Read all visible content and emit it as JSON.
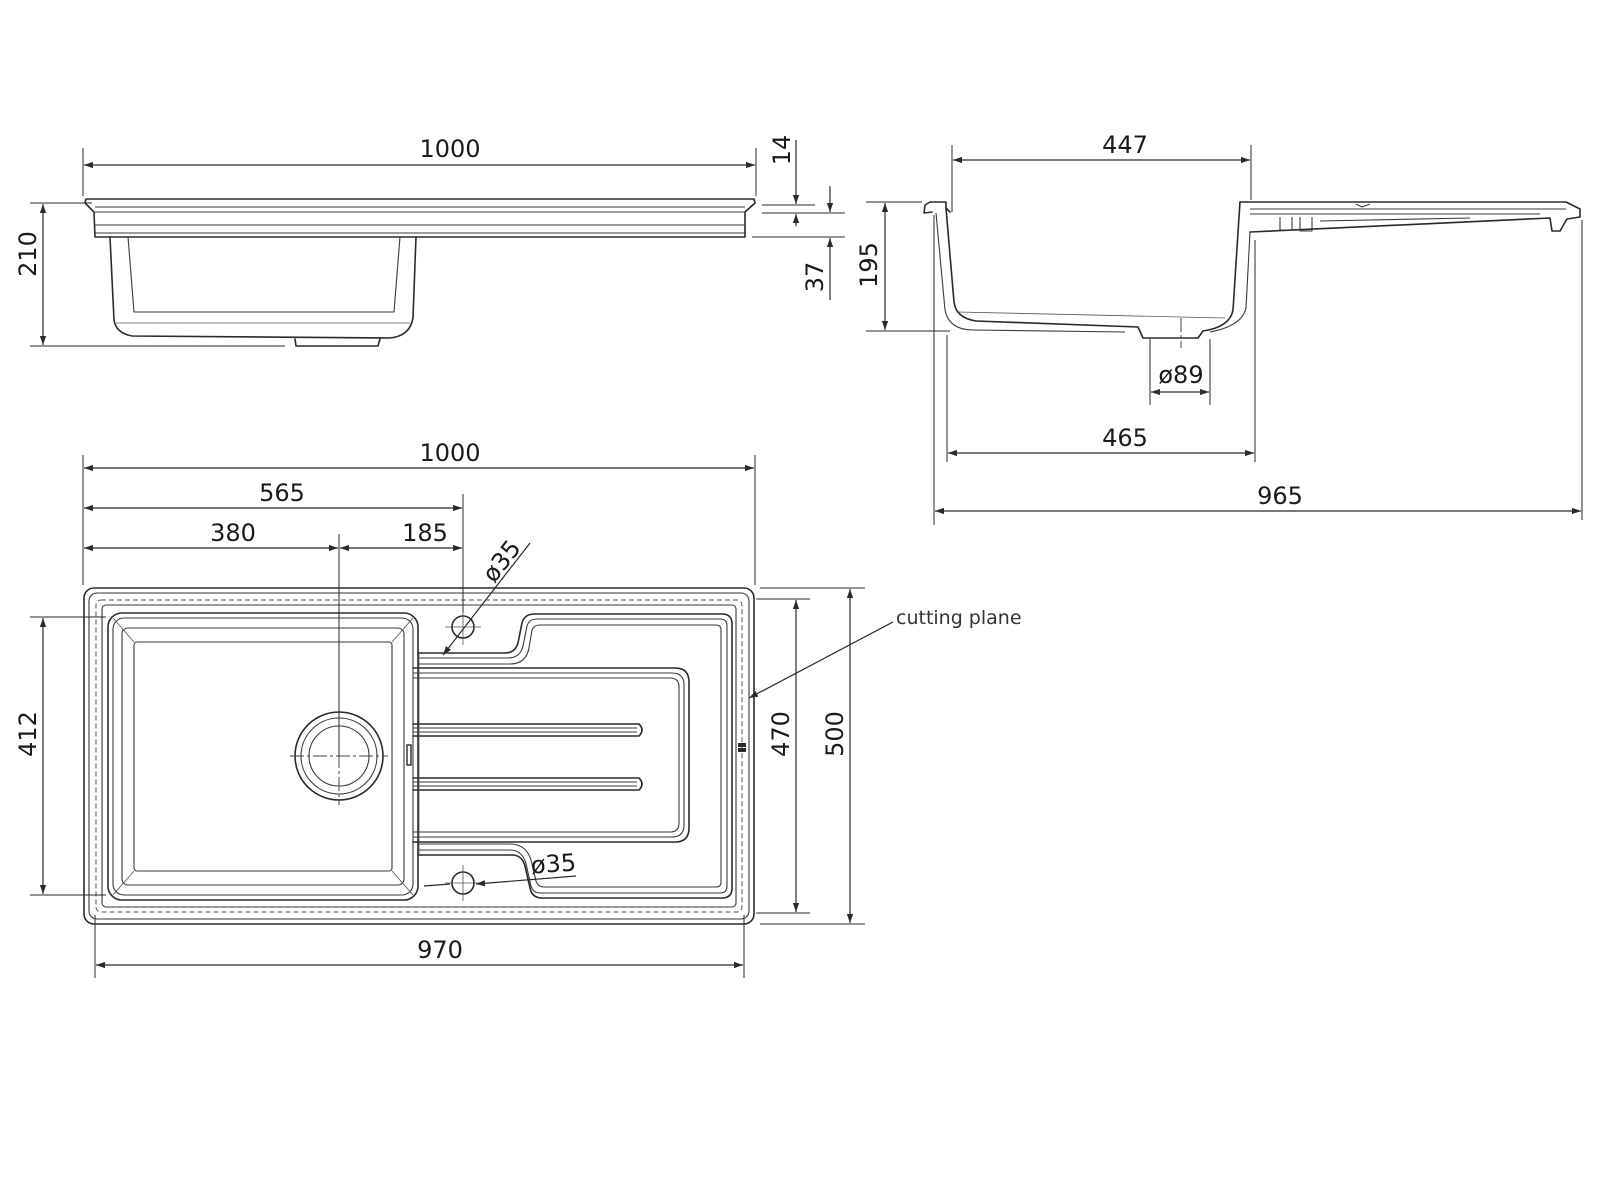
{
  "side_view": {
    "length": "1000",
    "height": "210",
    "rim": "14",
    "edge": "37"
  },
  "end_view": {
    "bowl_width": "447",
    "height": "195",
    "drain": "ø89",
    "depth": "465",
    "length": "965"
  },
  "top_view": {
    "length": "1000",
    "tap_hole_offset": "565",
    "drain_offset": "380",
    "drain_to_tap": "185",
    "tap_hole_top": "ø35",
    "tap_hole_bottom": "ø35",
    "bowl_depth": "412",
    "cutout_depth": "470",
    "depth": "500",
    "cutout_length": "970",
    "cutting_plane_note": "cutting plane"
  }
}
